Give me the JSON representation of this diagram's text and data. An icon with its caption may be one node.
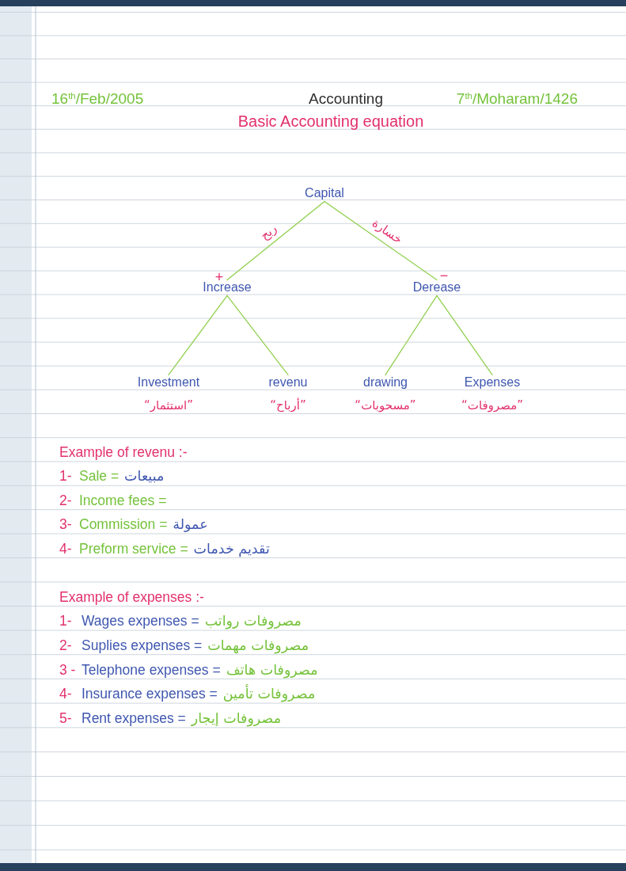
{
  "diagram": {
    "title": "Basic Accounting equation",
    "nodes": [
      {
        "text": [
          "Capital"
        ]
      },
      {
        "text": [
          "Increase"
        ],
        "beside": [
          "+"
        ]
      },
      {
        "text": [
          "Derease"
        ],
        "beside": [
          "−"
        ]
      },
      {
        "text": [
          "Investment",
          "“استثمار”"
        ]
      },
      {
        "text": [
          "revenu",
          "“أرباح”"
        ]
      },
      {
        "text": [
          "drawing",
          "“مسحوبات”"
        ]
      },
      {
        "text": [
          "Expenses",
          "“مصروفات”"
        ]
      }
    ],
    "edges": [
      {
        "from": 0,
        "to": 1,
        "arrow": "none",
        "label": "ربح"
      },
      {
        "from": 0,
        "to": 2,
        "arrow": "none",
        "label": "خسارة"
      },
      {
        "from": 1,
        "to": 3,
        "arrow": "none"
      },
      {
        "from": 1,
        "to": 4,
        "arrow": "none"
      },
      {
        "from": 2,
        "to": 5,
        "arrow": "none"
      },
      {
        "from": 2,
        "to": 6,
        "arrow": "none"
      }
    ],
    "labels": [
      "16$^{th}$/Feb/2005",
      "Accounting",
      "7$^{th}$/Moharam/1426",
      "Example of revenu :-",
      "1-",
      "Sale =",
      "مبيعات",
      "2-",
      "Income fees =",
      "3-",
      "Commission =",
      "عمولة",
      "4-",
      "Preform service =",
      "تقديم خدمات",
      "Example of expenses :-",
      "1-",
      "Wages expenses =",
      "مصروفات رواتب",
      "2-",
      "Suplies expenses =",
      "مصروفات مهمات",
      "3 -",
      "Telephone expenses =",
      "مصروفات هاتف",
      "4-",
      "Insurance expenses =",
      "مصروفات تأمين",
      "5-",
      "Rent expenses =",
      "مصروفات إيجار"
    ]
  }
}
